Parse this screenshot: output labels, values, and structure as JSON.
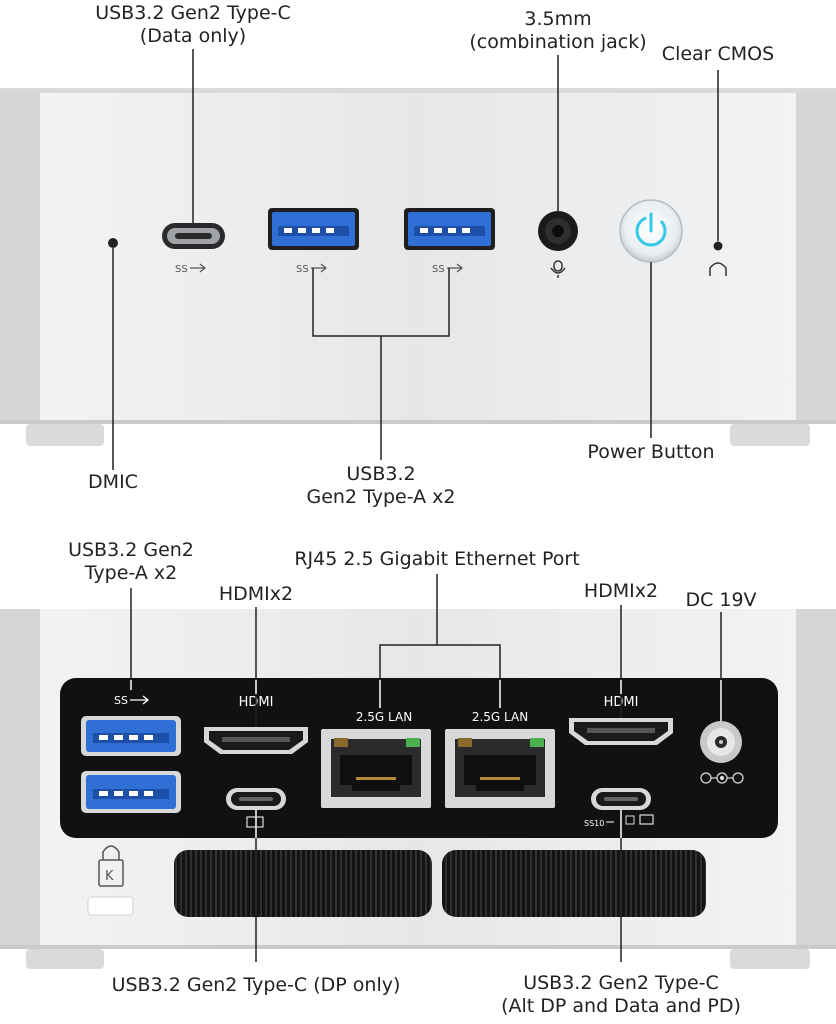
{
  "front": {
    "usbc_label": [
      "USB3.2 Gen2 Type-C",
      "(Data only)"
    ],
    "audio_label": [
      "3.5mm",
      "(combination jack)"
    ],
    "cmos_label": "Clear CMOS",
    "dmic_label": "DMIC",
    "usba_label": [
      "USB3.2",
      "Gen2 Type-A x2"
    ],
    "power_label": "Power Button",
    "ss_mark": "SS"
  },
  "rear": {
    "usba_label": [
      "USB3.2 Gen2",
      "Type-A x2"
    ],
    "rj45_label": "RJ45  2.5 Gigabit Ethernet Port",
    "hdmi_left_label": "HDMIx2",
    "hdmi_right_label": "HDMIx2",
    "dc_label": "DC 19V",
    "hdmi_port_text": "HDMI",
    "lan_port_text": "2.5G LAN",
    "usbc_dp_label": "USB3.2 Gen2 Type-C (DP only)",
    "usbc_alt_label": [
      "USB3.2 Gen2 Type-C",
      "(Alt DP and Data and PD)"
    ],
    "ss_mark": "SS",
    "ss10_mark": "SS10"
  },
  "colors": {
    "usb_blue": "#2f6fd6",
    "power_ring": "#36c8e8",
    "panel_black": "#111111",
    "case_silver": "#e4e5e7"
  }
}
